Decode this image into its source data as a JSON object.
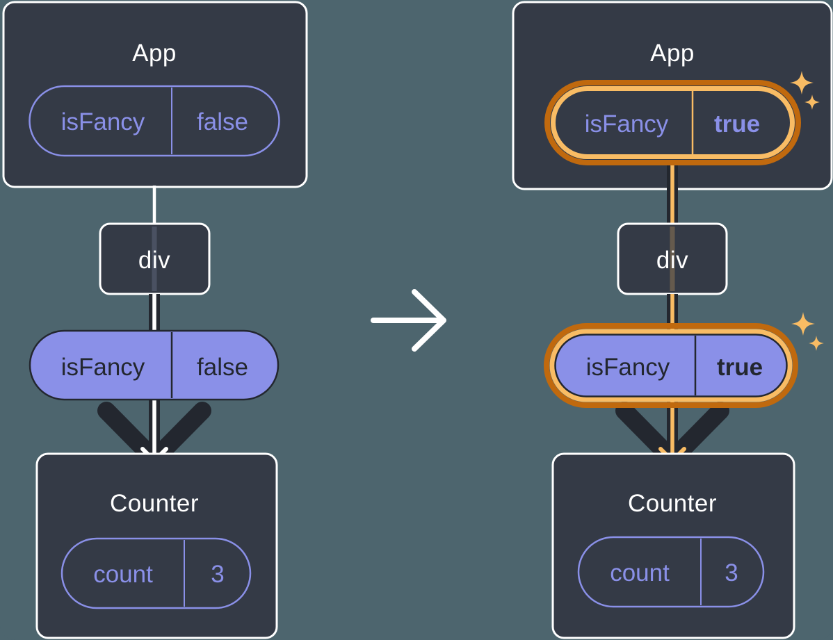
{
  "colors": {
    "background": "#4d656e",
    "card_fill": "#343a46",
    "card_border": "#ffffff",
    "dark_stroke": "#23272f",
    "purple": "#8a90e8",
    "highlight_orange": "#f9bc64",
    "highlight_orange_dark": "#c0690e"
  },
  "before": {
    "app": {
      "title": "App",
      "state_pill": {
        "label": "isFancy",
        "value": "false"
      }
    },
    "div": {
      "label": "div"
    },
    "prop_pill": {
      "label": "isFancy",
      "value": "false"
    },
    "counter": {
      "title": "Counter",
      "state_pill": {
        "label": "count",
        "value": "3"
      }
    }
  },
  "after": {
    "app": {
      "title": "App",
      "state_pill": {
        "label": "isFancy",
        "value": "true"
      }
    },
    "div": {
      "label": "div"
    },
    "prop_pill": {
      "label": "isFancy",
      "value": "true"
    },
    "counter": {
      "title": "Counter",
      "state_pill": {
        "label": "count",
        "value": "3"
      }
    }
  },
  "icons": {
    "transition": "right-arrow",
    "highlight": "sparkles"
  }
}
